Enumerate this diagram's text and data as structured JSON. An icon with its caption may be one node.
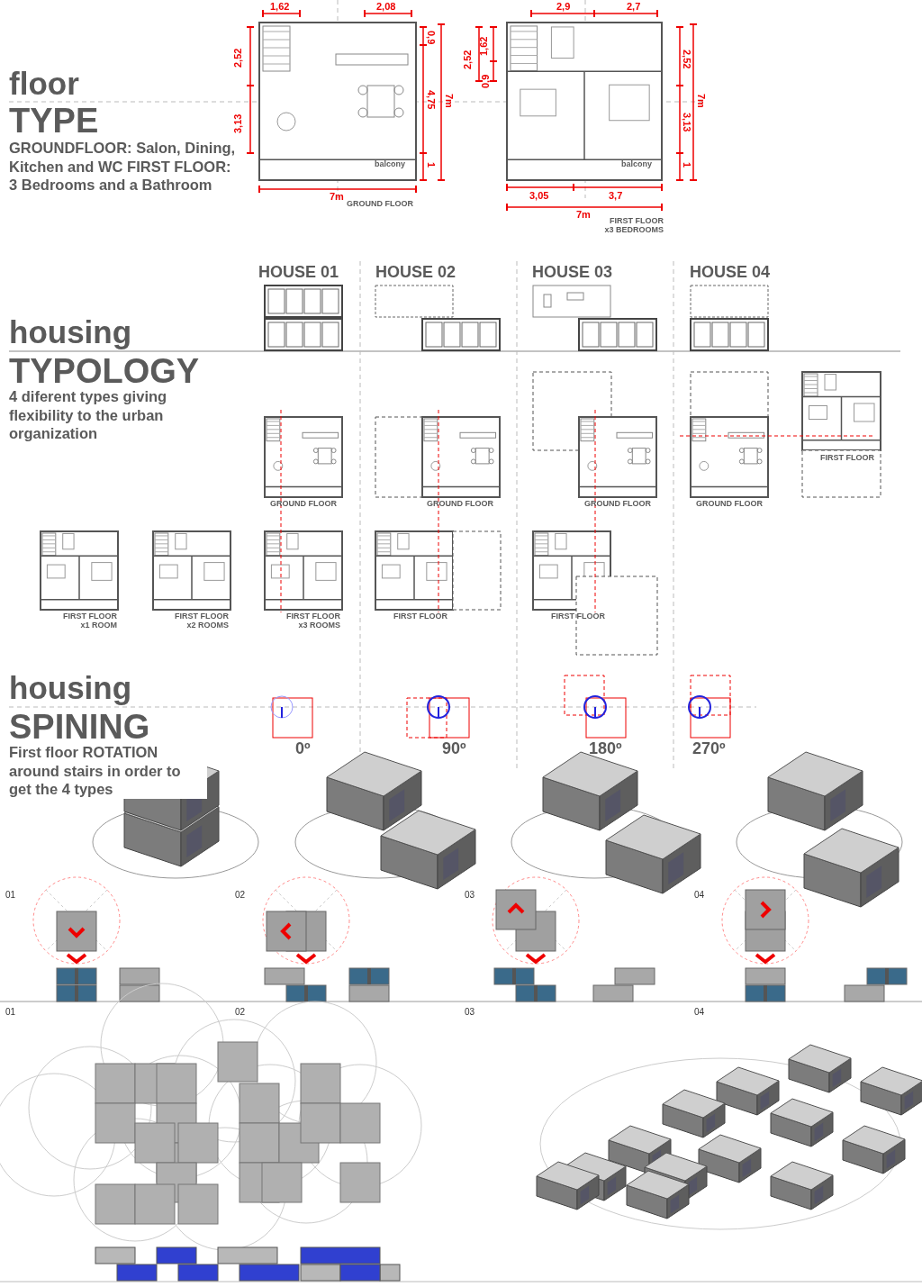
{
  "diagram": {
    "labels": [
      "floor",
      "TYPE",
      "GROUNDFLOOR: Salon, Dining, Kitchen and WC FIRST FLOOR: 3 Bedrooms and a Bathroom",
      "1,62",
      "2,08",
      "2,52",
      "3,13",
      "0,9",
      "4,75",
      "1",
      "7m",
      "balcony",
      "7m",
      "GROUND FLOOR",
      "2,9",
      "2,7",
      "2,52",
      "1,62",
      "0,9",
      "2,52",
      "3,13",
      "1",
      "7m",
      "balcony",
      "3,05",
      "3,7",
      "7m",
      "FIRST FLOOR x3 BEDROOMS",
      "HOUSE 01",
      "HOUSE 02",
      "HOUSE 03",
      "HOUSE 04",
      "housing",
      "TYPOLOGY",
      "4 diferent types giving flexibility to the urban organization",
      "FIRST FLOOR",
      "GROUND FLOOR",
      "GROUND FLOOR",
      "GROUND FLOOR",
      "GROUND FLOOR",
      "FIRST FLOOR x1 ROOM",
      "FIRST FLOOR x2 ROOMS",
      "FIRST FLOOR x3 ROOMS",
      "FIRST FLOOR",
      "FIRST FLOOR",
      "housing",
      "SPINING",
      "First floor ROTATION around stairs in order to get the 4 types",
      "0º",
      "90º",
      "180º",
      "270º",
      "01",
      "02",
      "03",
      "04",
      "01",
      "02",
      "03",
      "04"
    ]
  }
}
